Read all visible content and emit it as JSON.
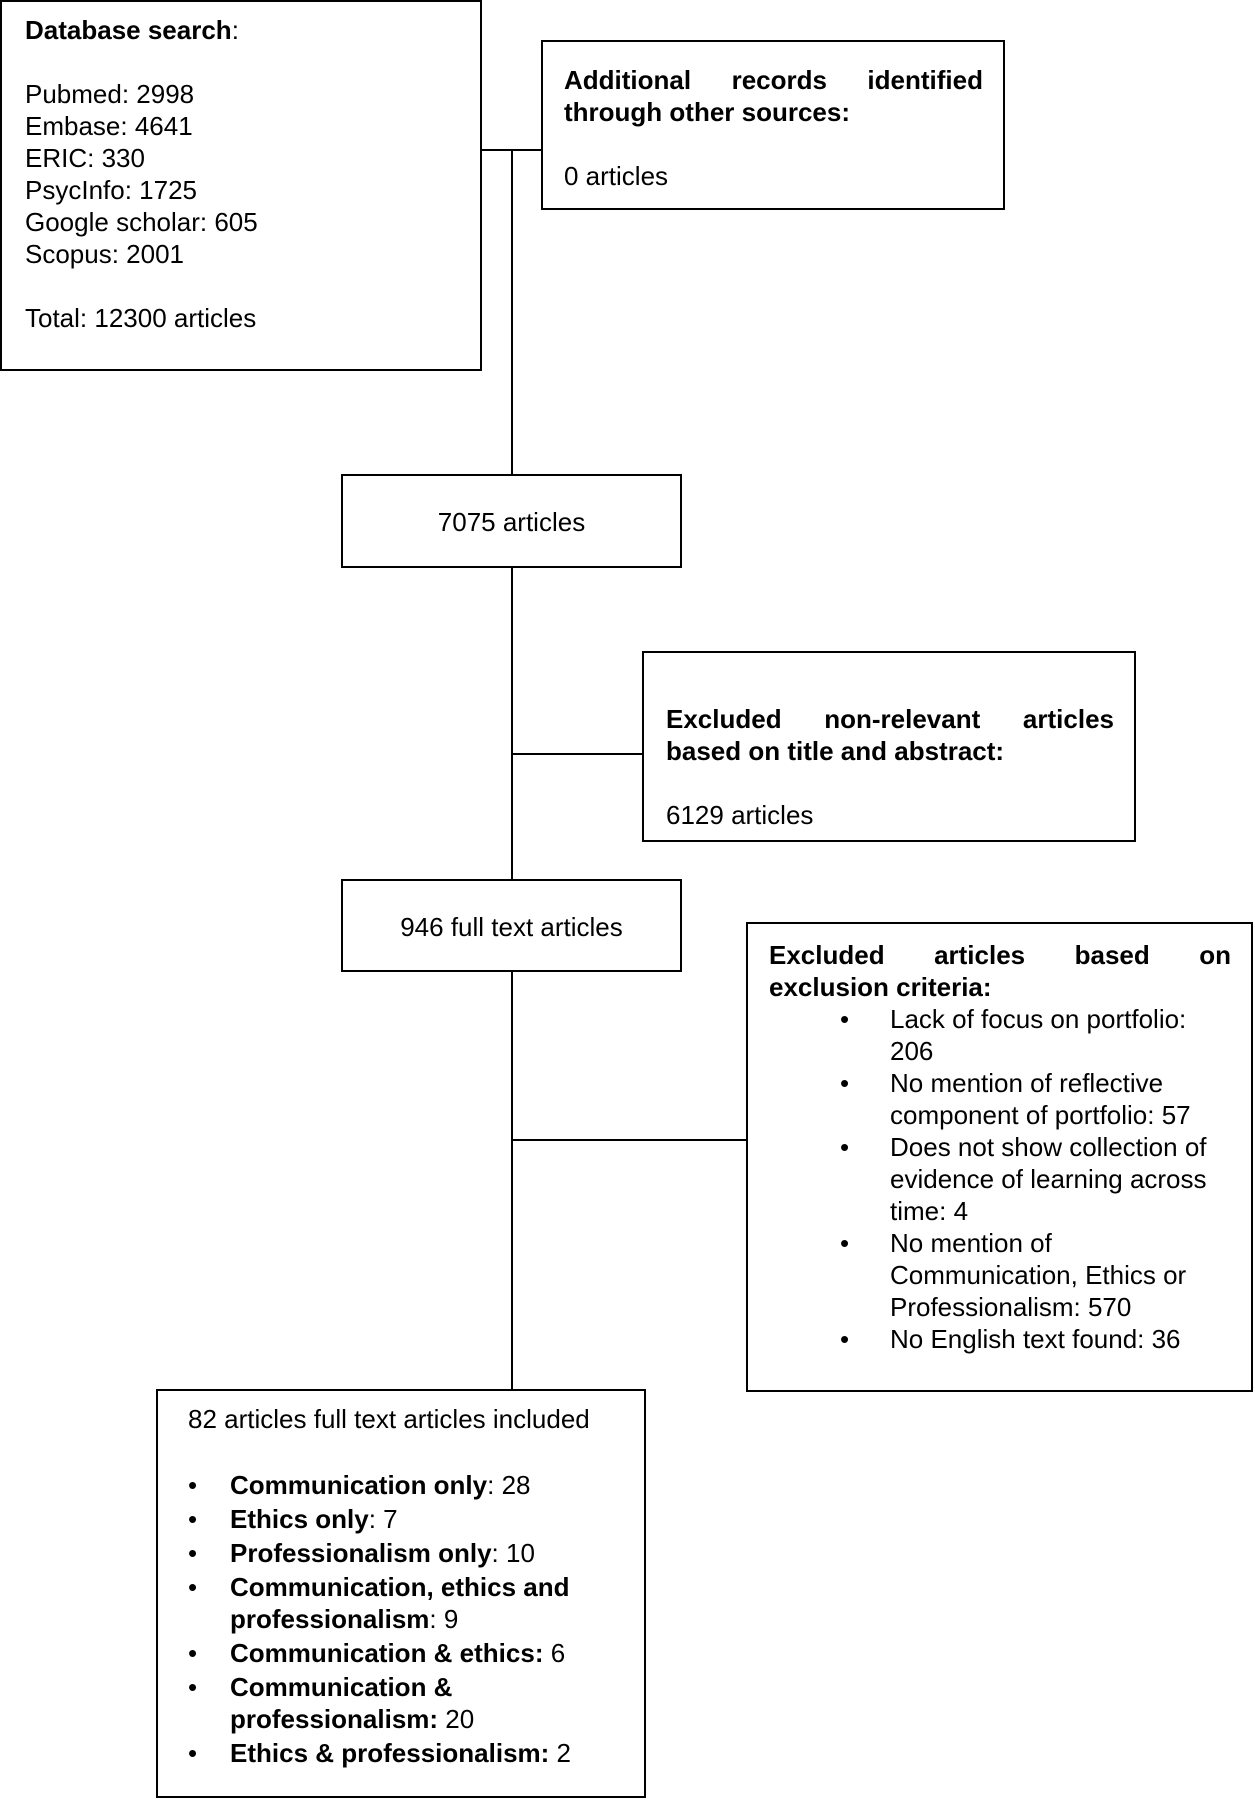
{
  "database_search": {
    "title": "Database search",
    "title_suffix": ":",
    "sources": [
      "Pubmed: 2998",
      "Embase: 4641",
      "ERIC: 330",
      "PsycInfo: 1725",
      "Google scholar: 605",
      "Scopus: 2001"
    ],
    "total": "Total: 12300 articles"
  },
  "additional_records": {
    "title_line1": "Additional records identified",
    "title_line2": "through other sources:",
    "count": "0 articles"
  },
  "after_dedup": {
    "label": "7075 articles"
  },
  "excluded_title_abstract": {
    "title_line1": "Excluded non-relevant articles",
    "title_line2": "based on title and abstract:",
    "count": "6129 articles"
  },
  "full_text": {
    "label": "946 full text articles"
  },
  "excluded_criteria": {
    "title_line1": "Excluded articles based on",
    "title_line2": "exclusion criteria:",
    "items": [
      [
        "Lack of focus on portfolio:",
        "206"
      ],
      [
        "No mention of reflective",
        "component of portfolio: 57"
      ],
      [
        "Does not show collection of",
        "evidence of learning across",
        "time: 4"
      ],
      [
        "No mention of",
        "Communication, Ethics or",
        "Professionalism: 570"
      ],
      [
        "No English text found: 36"
      ]
    ],
    "bullet": "•"
  },
  "included": {
    "title": "82 articles full text articles included",
    "bullet": "•",
    "items": [
      {
        "bold1": "Communication only",
        "rest1": ": 28"
      },
      {
        "bold1": "Ethics only",
        "rest1": ": 7"
      },
      {
        "bold1": "Professionalism only",
        "rest1": ": 10"
      },
      {
        "bold1": "Communication, ethics and",
        "bold2": "professionalism",
        "rest2": ": 9"
      },
      {
        "bold1": "Communication & ethics:",
        "rest1": " 6"
      },
      {
        "bold1": "Communication &",
        "bold2": "professionalism:",
        "rest2": " 20"
      },
      {
        "bold1": "Ethics & professionalism:",
        "rest1": " 2"
      }
    ]
  }
}
